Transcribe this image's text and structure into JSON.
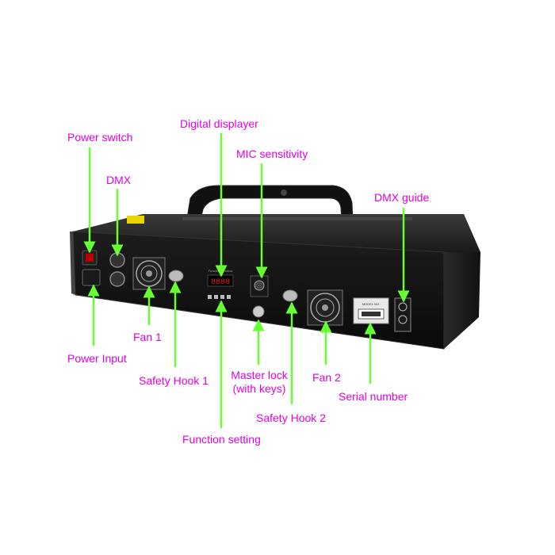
{
  "labels": {
    "power_switch": "Power switch",
    "dmx": "DMX",
    "digital_displayer": "Digital displayer",
    "mic_sensitivity": "MIC sensitivity",
    "dmx_guide": "DMX guide",
    "fan_1": "Fan 1",
    "power_input": "Power Input",
    "safety_hook_1": "Safety Hook 1",
    "master_lock_line1": "Master lock",
    "master_lock_line2": "(with keys)",
    "fan_2": "Fan 2",
    "serial_number": "Serial number",
    "safety_hook_2": "Safety Hook 2",
    "function_setting": "Function setting"
  },
  "device_text": {
    "display_digits": "8888",
    "function_window": "Function Window",
    "serial_plate": "MODEL NO."
  },
  "colors": {
    "label": "#e200e2",
    "arrow": "#66ff33",
    "device_body": "#1c1c1c",
    "panel": "#0e0e0e"
  }
}
